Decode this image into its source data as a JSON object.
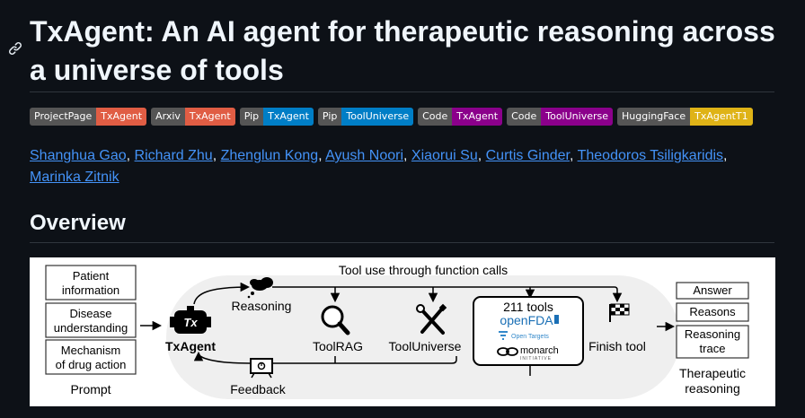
{
  "heading": {
    "title": "TxAgent: An AI agent for therapeutic reasoning across a universe of tools"
  },
  "badges": [
    {
      "left": "ProjectPage",
      "right": "TxAgent",
      "color": "#e05d44"
    },
    {
      "left": "Arxiv",
      "right": "TxAgent",
      "color": "#e05d44"
    },
    {
      "left": "Pip",
      "right": "TxAgent",
      "color": "#007ec6"
    },
    {
      "left": "Pip",
      "right": "ToolUniverse",
      "color": "#007ec6"
    },
    {
      "left": "Code",
      "right": "TxAgent",
      "color": "#8b008b"
    },
    {
      "left": "Code",
      "right": "ToolUniverse",
      "color": "#8b008b"
    },
    {
      "left": "HuggingFace",
      "right": "TxAgentT1",
      "color": "#dfb317"
    }
  ],
  "authors": [
    "Shanghua Gao",
    "Richard Zhu",
    "Zhenglun Kong",
    "Ayush Noori",
    "Xiaorui Su",
    "Curtis Ginder",
    "Theodoros Tsiligkaridis",
    "Marinka Zitnik"
  ],
  "section": {
    "overview": "Overview"
  },
  "figure": {
    "prompt_items": [
      "Patient information",
      "Disease understanding",
      "Mechanism of drug action"
    ],
    "prompt_lines": [
      [
        "Patient",
        "information"
      ],
      [
        "Disease",
        "understanding"
      ],
      [
        "Mechanism",
        "of drug action"
      ]
    ],
    "prompt_label": "Prompt",
    "agent_logo": "Tx",
    "agent_label": "TxAgent",
    "tool_use_label": "Tool use through function calls",
    "reasoning_label": "Reasoning",
    "feedback_label": "Feedback",
    "toolrag_label": "ToolRAG",
    "tooluniverse_label": "ToolUniverse",
    "tools_count": "211 tools",
    "openfda": "openFDA",
    "open_targets": "Open Targets",
    "monarch": "monarch",
    "monarch_sub": "INITIATIVE",
    "finish_label": "Finish tool",
    "outputs": [
      "Answer",
      "Reasons",
      "Reasoning trace"
    ],
    "output_lines": [
      [
        "Answer"
      ],
      [
        "Reasons"
      ],
      [
        "Reasoning",
        "trace"
      ]
    ],
    "therapeutic_lines": [
      "Therapeutic",
      "reasoning"
    ]
  }
}
